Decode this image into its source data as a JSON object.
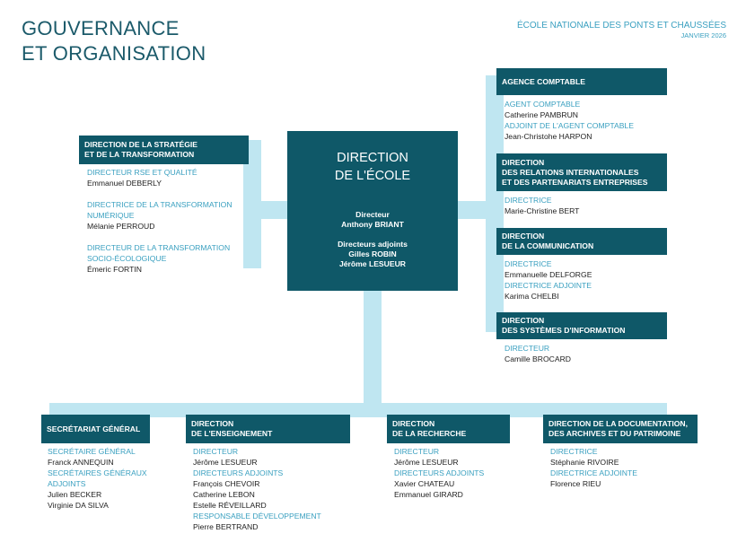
{
  "header": {
    "title_lines": [
      "GOUVERNANCE",
      "ET ORGANISATION"
    ],
    "organization": "ÉCOLE NATIONALE DES PONTS ET CHAUSSÉES",
    "date": "JANVIER 2026"
  },
  "center": {
    "title_lines": [
      "DIRECTION",
      "DE L'ÉCOLE"
    ],
    "lines": [
      "Directeur",
      "Anthony BRIANT",
      "",
      "Directeurs adjoints",
      "Gilles ROBIN",
      "Jérôme LESUEUR"
    ]
  },
  "units": {
    "strategie": {
      "title": [
        "DIRECTION DE LA STRATÉGIE",
        "ET DE LA TRANSFORMATION"
      ],
      "entries": [
        {
          "t": "role",
          "v": "DIRECTEUR RSE ET QUALITÉ"
        },
        {
          "t": "name",
          "v": "Emmanuel DEBERLY"
        },
        {
          "t": "gap"
        },
        {
          "t": "role",
          "v": "DIRECTRICE DE LA TRANSFORMATION"
        },
        {
          "t": "role",
          "v": "NUMÉRIQUE"
        },
        {
          "t": "name",
          "v": "Mélanie PERROUD"
        },
        {
          "t": "gap"
        },
        {
          "t": "role",
          "v": "DIRECTEUR DE LA TRANSFORMATION"
        },
        {
          "t": "role",
          "v": "SOCIO-ÉCOLOGIQUE"
        },
        {
          "t": "name",
          "v": "Émeric FORTIN"
        }
      ]
    },
    "agence": {
      "title": [
        "AGENCE COMPTABLE"
      ],
      "entries": [
        {
          "t": "role",
          "v": "AGENT COMPTABLE"
        },
        {
          "t": "name",
          "v": "Catherine PAMBRUN"
        },
        {
          "t": "role",
          "v": "ADJOINT DE L'AGENT COMPTABLE"
        },
        {
          "t": "name",
          "v": "Jean-Christohe HARPON"
        }
      ]
    },
    "relations": {
      "title": [
        "DIRECTION",
        "DES RELATIONS INTERNATIONALES",
        "ET DES PARTENARIATS ENTREPRISES"
      ],
      "entries": [
        {
          "t": "role",
          "v": "DIRECTRICE"
        },
        {
          "t": "name",
          "v": "Marie-Christine BERT"
        }
      ]
    },
    "communication": {
      "title": [
        "DIRECTION",
        "DE LA COMMUNICATION"
      ],
      "entries": [
        {
          "t": "role",
          "v": "DIRECTRICE"
        },
        {
          "t": "name",
          "v": "Emmanuelle DELFORGE"
        },
        {
          "t": "role",
          "v": "DIRECTRICE ADJOINTE"
        },
        {
          "t": "name",
          "v": "Karima CHELBI"
        }
      ]
    },
    "systemes": {
      "title": [
        "DIRECTION",
        "DES SYSTÈMES D'INFORMATION"
      ],
      "entries": [
        {
          "t": "role",
          "v": "DIRECTEUR"
        },
        {
          "t": "name",
          "v": "Camille BROCARD"
        }
      ]
    },
    "secretariat": {
      "title": [
        "SECRÉTARIAT GÉNÉRAL"
      ],
      "entries": [
        {
          "t": "role",
          "v": "SECRÉTAIRE GÉNÉRAL"
        },
        {
          "t": "name",
          "v": "Franck ANNEQUIN"
        },
        {
          "t": "role",
          "v": "SECRÉTAIRES GÉNÉRAUX"
        },
        {
          "t": "role",
          "v": "ADJOINTS"
        },
        {
          "t": "name",
          "v": "Julien BECKER"
        },
        {
          "t": "name",
          "v": "Virginie DA SILVA"
        }
      ]
    },
    "enseignement": {
      "title": [
        "DIRECTION",
        "DE L'ENSEIGNEMENT"
      ],
      "entries": [
        {
          "t": "role",
          "v": "DIRECTEUR"
        },
        {
          "t": "name",
          "v": "Jérôme LESUEUR"
        },
        {
          "t": "role",
          "v": "DIRECTEURS ADJOINTS"
        },
        {
          "t": "name",
          "v": "François CHEVOIR"
        },
        {
          "t": "name",
          "v": "Catherine LEBON"
        },
        {
          "t": "name",
          "v": "Estelle RÉVEILLARD"
        },
        {
          "t": "role",
          "v": "RESPONSABLE DÉVELOPPEMENT"
        },
        {
          "t": "name",
          "v": "Pierre BERTRAND"
        }
      ]
    },
    "recherche": {
      "title": [
        "DIRECTION",
        "DE LA RECHERCHE"
      ],
      "entries": [
        {
          "t": "role",
          "v": "DIRECTEUR"
        },
        {
          "t": "name",
          "v": "Jérôme LESUEUR"
        },
        {
          "t": "role",
          "v": "DIRECTEURS ADJOINTS"
        },
        {
          "t": "name",
          "v": "Xavier CHATEAU"
        },
        {
          "t": "name",
          "v": "Emmanuel GIRARD"
        }
      ]
    },
    "documentation": {
      "title": [
        "DIRECTION DE LA DOCUMENTATION,",
        "DES ARCHIVES ET DU PATRIMOINE"
      ],
      "entries": [
        {
          "t": "role",
          "v": "DIRECTRICE"
        },
        {
          "t": "name",
          "v": "Stéphanie RIVOIRE"
        },
        {
          "t": "role",
          "v": "DIRECTRICE ADJOINTE"
        },
        {
          "t": "name",
          "v": "Florence RIEU"
        }
      ]
    }
  }
}
